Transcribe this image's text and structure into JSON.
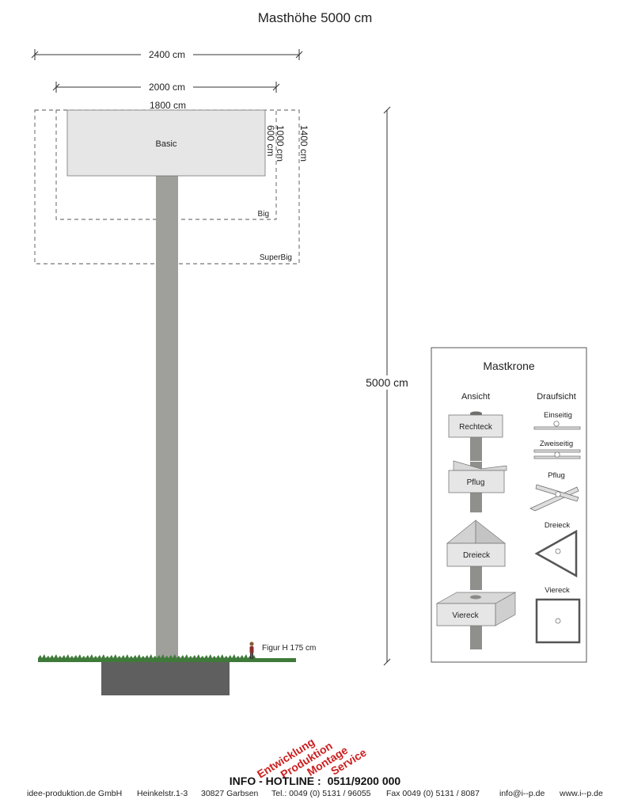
{
  "title": "Masthöhe 5000 cm",
  "dimensions": {
    "width_superbig": "2400 cm",
    "width_big": "2000 cm",
    "width_basic": "1800 cm",
    "height_basic": "600 cm",
    "height_big": "1000 cm",
    "height_superbig": "1400 cm",
    "mast_height": "5000 cm"
  },
  "sign_labels": {
    "basic": "Basic",
    "big": "Big",
    "superbig": "SuperBig"
  },
  "figure_label": "Figur H 175 cm",
  "mastkrone": {
    "title": "Mastkrone",
    "col_ansicht": "Ansicht",
    "col_draufsicht": "Draufsicht",
    "ansicht": [
      "Rechteck",
      "Pflug",
      "Dreieck",
      "Viereck"
    ],
    "draufsicht": [
      "Einseitig",
      "Zweiseitig",
      "Pflug",
      "Dreieck",
      "Viereck"
    ]
  },
  "slogan": [
    "Entwicklung",
    "Produktion",
    "Montage",
    "Service"
  ],
  "hotline": {
    "label": "INFO - HOTLINE :",
    "number": "0511/9200 000"
  },
  "footer": {
    "company": "idee-produktion.de GmbH",
    "street": "Heinkelstr.1-3",
    "city": "30827 Garbsen",
    "tel": "Tel.: 0049 (0) 5131 / 96055",
    "fax": "Fax  0049 (0) 5131 / 8087",
    "email": "info@i--p.de",
    "web": "www.i--p.de"
  },
  "colors": {
    "sign": "#e6e6e6",
    "mast": "#9f9f9c",
    "foundation": "#5f5f5f",
    "slogan": "#cc1f1f",
    "grass": "#3f7a3a"
  }
}
